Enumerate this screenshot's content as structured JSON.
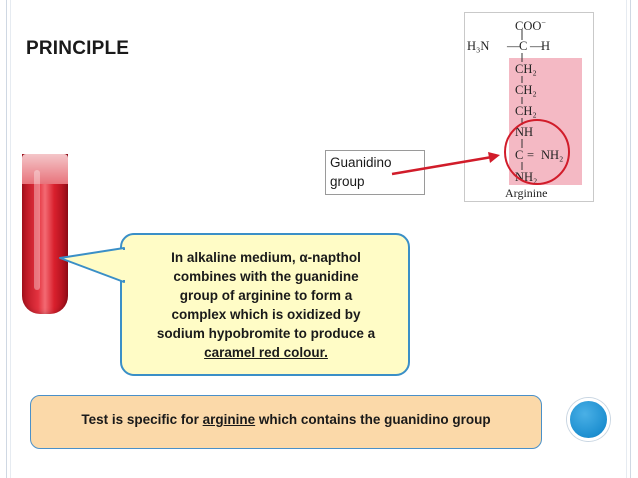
{
  "slide": {
    "title": "PRINCIPLE",
    "callout": {
      "lines": [
        "In alkaline medium, α-napthol",
        "combines with the guanidine",
        "group of arginine to form a",
        "complex which is oxidized by",
        "sodium hypobromite to produce a"
      ],
      "underlined": "caramel red colour."
    },
    "label": {
      "line1": "Guanidino",
      "line2": "group"
    },
    "structure": {
      "coo": "COO",
      "h3n": "H₃N",
      "c": "C",
      "h": "H",
      "ch2": "CH₂",
      "nh": "NH",
      "eq_nh2": "NH₂",
      "nh2": "NH₂",
      "name": "Arginine"
    },
    "statement": {
      "before": "Test is specific for ",
      "keyword": "arginine",
      "after": " which contains the guanidino group"
    },
    "colors": {
      "callout_fill": "#fffcc6",
      "callout_border": "#3a8fc7",
      "statement_fill": "#fbd9a9",
      "arrow": "#d11c2a",
      "accent_dot": "#1d8fd0"
    }
  }
}
